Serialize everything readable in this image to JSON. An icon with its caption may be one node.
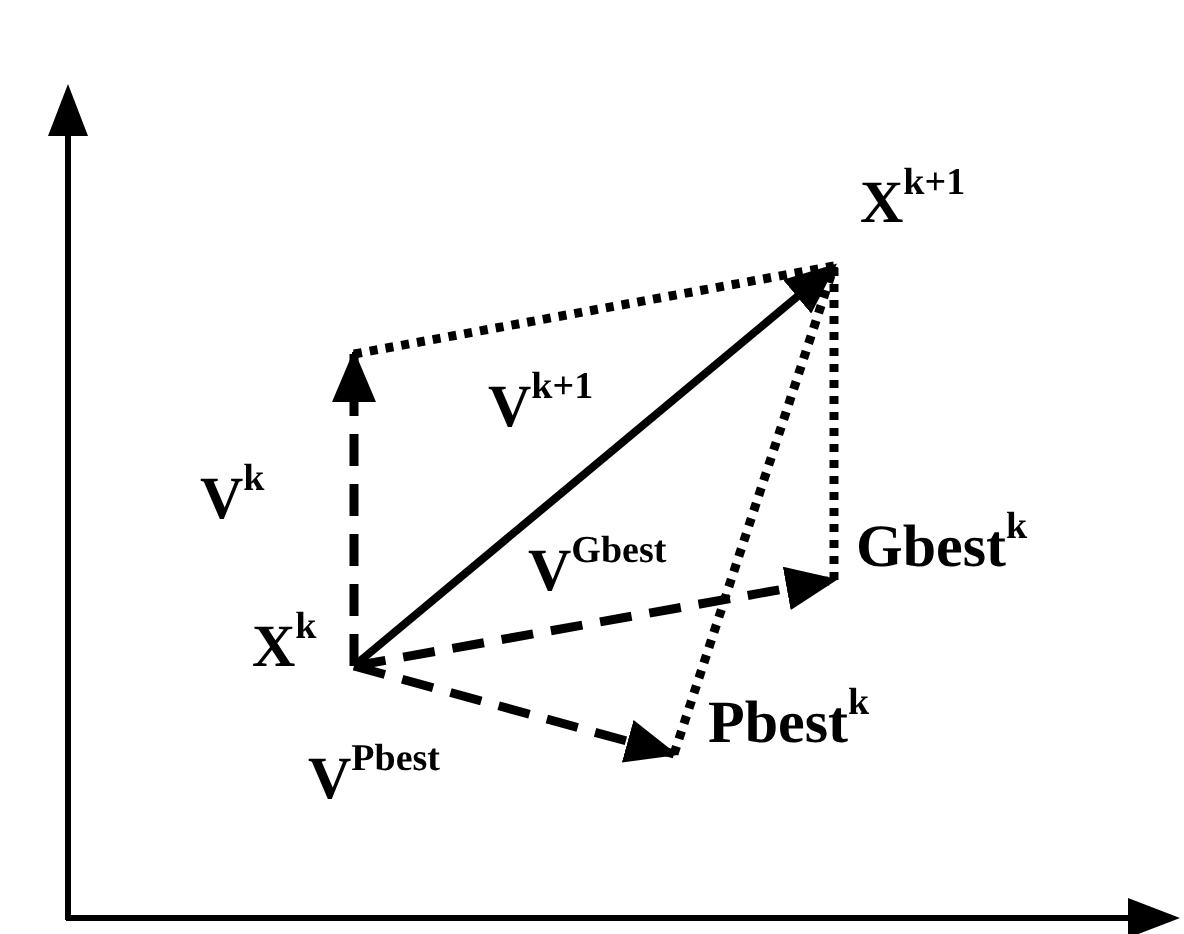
{
  "diagram": {
    "nodes": [
      {
        "text": [
          "X$^{k}$"
        ]
      },
      {
        "text": [],
        "shape": "point"
      },
      {
        "text": [
          "X$^{k+1}$"
        ]
      },
      {
        "text": [
          "Gbest$^{k}$"
        ]
      },
      {
        "text": [
          "Pbest$^{k}$"
        ]
      }
    ],
    "edges": [
      {
        "from": 0,
        "to": 1,
        "arrow": "to",
        "style": "dashed",
        "label": "V$^{k}$"
      },
      {
        "from": 1,
        "to": 2,
        "arrow": "none",
        "style": "dashed"
      },
      {
        "from": 0,
        "to": 2,
        "arrow": "to",
        "label": "V$^{k+1}$"
      },
      {
        "from": 0,
        "to": 3,
        "arrow": "to",
        "style": "dashed",
        "label": "V$^{Gbest}$"
      },
      {
        "from": 0,
        "to": 4,
        "arrow": "to",
        "style": "dashed",
        "label": "V$^{Pbest}$"
      },
      {
        "from": 4,
        "to": 2,
        "arrow": "none",
        "style": "dashed"
      },
      {
        "from": 3,
        "to": 2,
        "arrow": "none",
        "style": "dashed"
      }
    ]
  }
}
